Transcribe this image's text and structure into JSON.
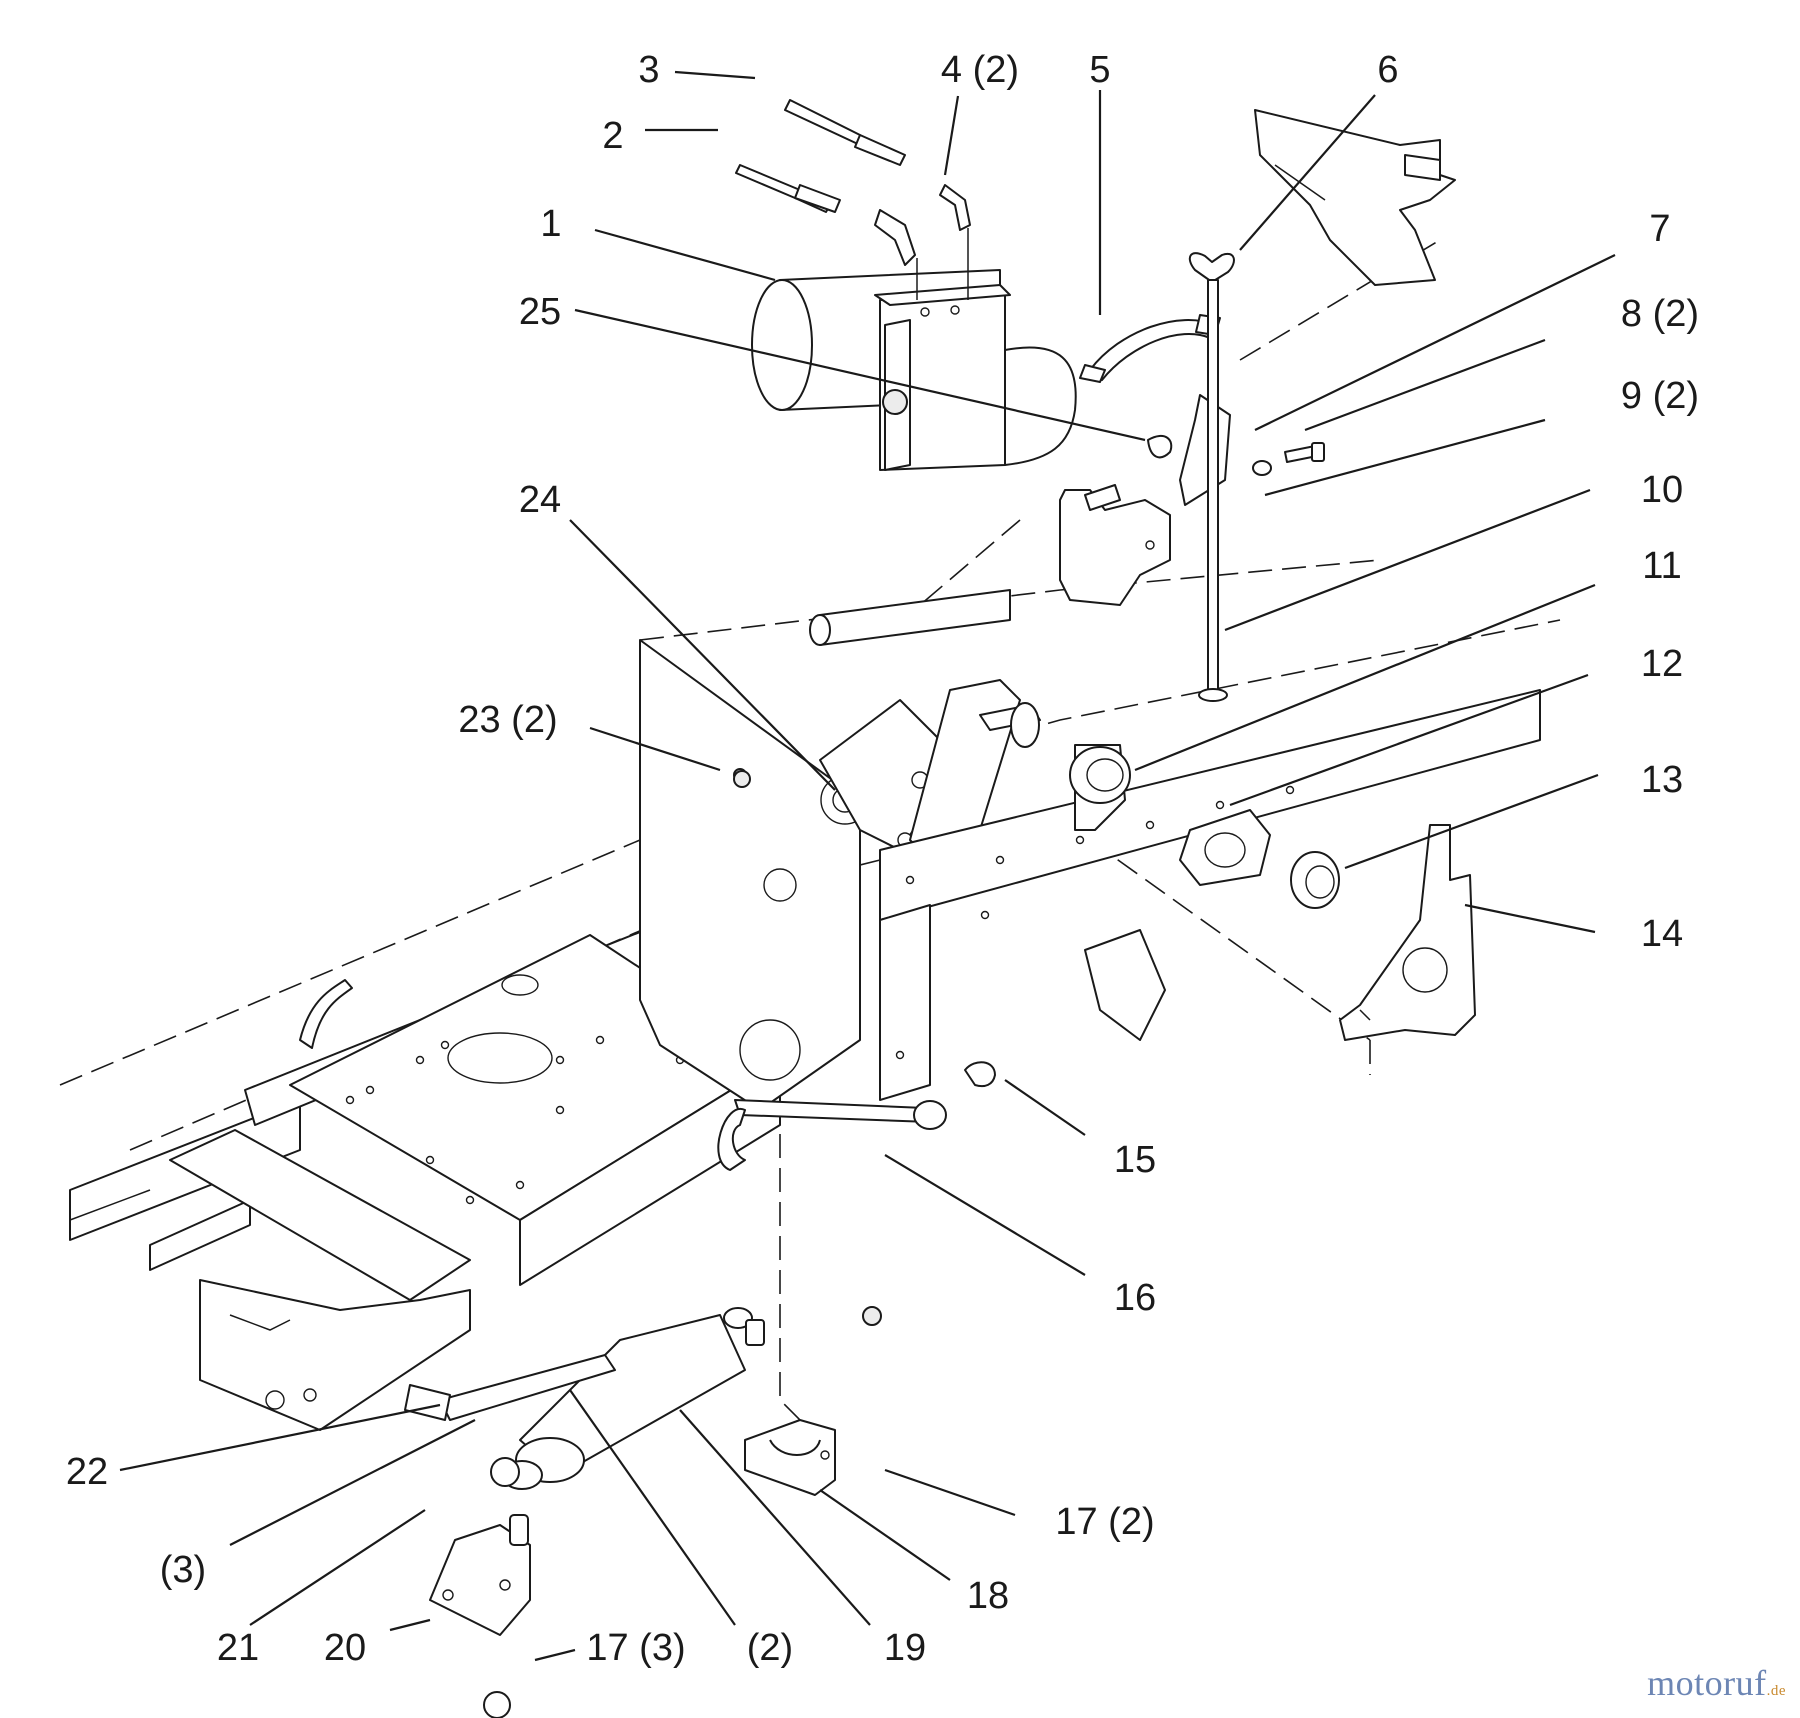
{
  "callouts": [
    {
      "id": "label-3",
      "text": "3"
    },
    {
      "id": "label-4",
      "text": "4 (2)"
    },
    {
      "id": "label-5",
      "text": "5"
    },
    {
      "id": "label-6",
      "text": "6"
    },
    {
      "id": "label-2",
      "text": "2"
    },
    {
      "id": "label-1",
      "text": "1"
    },
    {
      "id": "label-7",
      "text": "7"
    },
    {
      "id": "label-8",
      "text": "8 (2)"
    },
    {
      "id": "label-25",
      "text": "25"
    },
    {
      "id": "label-9",
      "text": "9 (2)"
    },
    {
      "id": "label-10",
      "text": "10"
    },
    {
      "id": "label-24",
      "text": "24"
    },
    {
      "id": "label-11",
      "text": "11"
    },
    {
      "id": "label-12",
      "text": "12"
    },
    {
      "id": "label-23",
      "text": "23 (2)"
    },
    {
      "id": "label-13",
      "text": "13"
    },
    {
      "id": "label-14",
      "text": "14"
    },
    {
      "id": "label-15",
      "text": "15"
    },
    {
      "id": "label-16",
      "text": "16"
    },
    {
      "id": "label-22",
      "text": "22"
    },
    {
      "id": "label-17a",
      "text": "17 (2)"
    },
    {
      "id": "label-3b",
      "text": "(3)"
    },
    {
      "id": "label-18",
      "text": "18"
    },
    {
      "id": "label-21",
      "text": "21"
    },
    {
      "id": "label-20",
      "text": "20"
    },
    {
      "id": "label-17b",
      "text": "17 (3)"
    },
    {
      "id": "label-2b",
      "text": "(2)"
    },
    {
      "id": "label-19",
      "text": "19"
    }
  ],
  "watermark": {
    "brand": "motoruf",
    "tld": ".de"
  },
  "colors": {
    "line": "#1a1a1a",
    "watermark_brand": "#6d86b4",
    "watermark_tld": "#c98a2f"
  }
}
